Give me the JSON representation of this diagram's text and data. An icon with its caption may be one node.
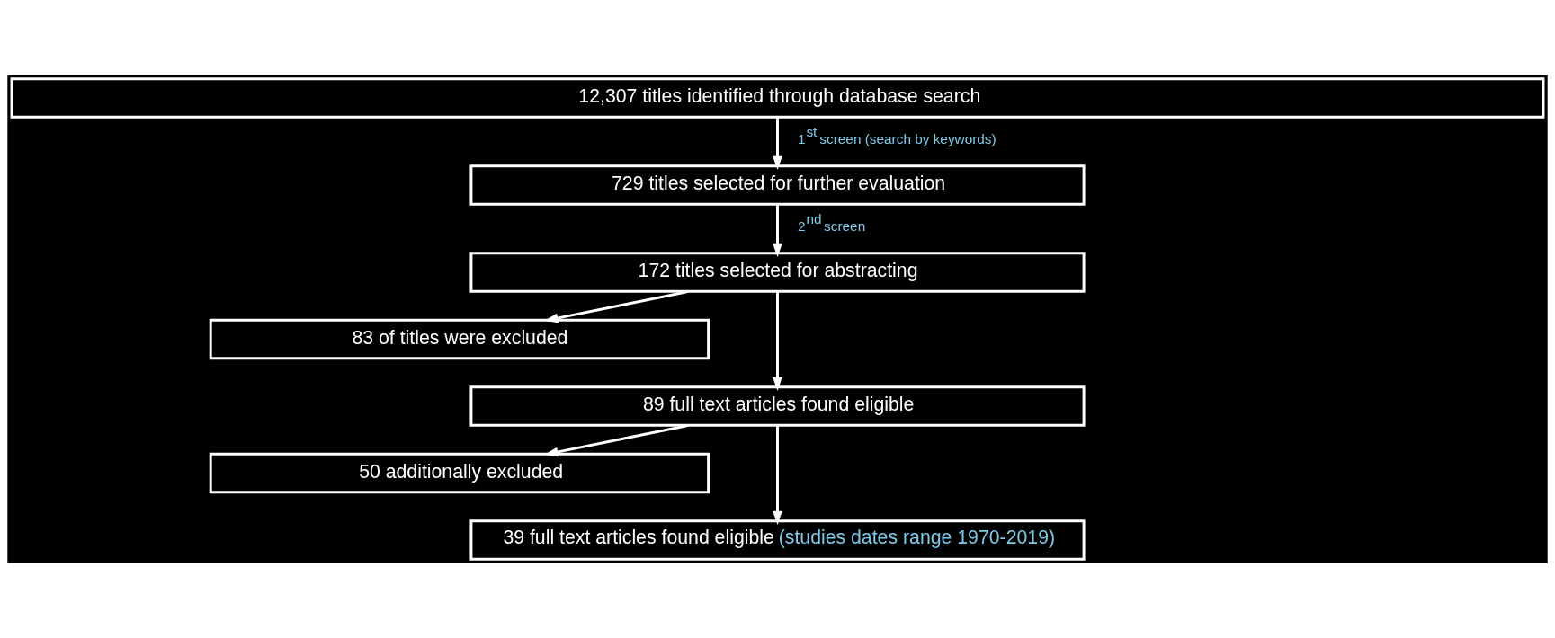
{
  "diagram": {
    "nodes": [
      {
        "text": [
          "12,307 titles identified through database search"
        ]
      },
      {
        "text": [
          "729 titles selected for further evaluation"
        ]
      },
      {
        "text": [
          "172 titles selected for abstracting"
        ]
      },
      {
        "text": [
          "83 of titles were excluded"
        ]
      },
      {
        "text": [
          "89 full text articles found eligible"
        ]
      },
      {
        "text": [
          "50 additionally excluded"
        ]
      },
      {
        "text": [
          "39 full text articles found eligible",
          "(studies dates range 1970-2019)"
        ]
      }
    ],
    "edges": [
      {
        "from": 0,
        "to": 1,
        "arrow": "to",
        "label": "1$^{st}$ screen (search by keywords)"
      },
      {
        "from": 1,
        "to": 2,
        "arrow": "to",
        "label": "2$^{nd}$ screen"
      },
      {
        "from": 2,
        "to": 3,
        "arrow": "to"
      },
      {
        "from": 2,
        "to": 4,
        "arrow": "to"
      },
      {
        "from": 4,
        "to": 5,
        "arrow": "to"
      },
      {
        "from": 4,
        "to": 6,
        "arrow": "to"
      }
    ]
  }
}
